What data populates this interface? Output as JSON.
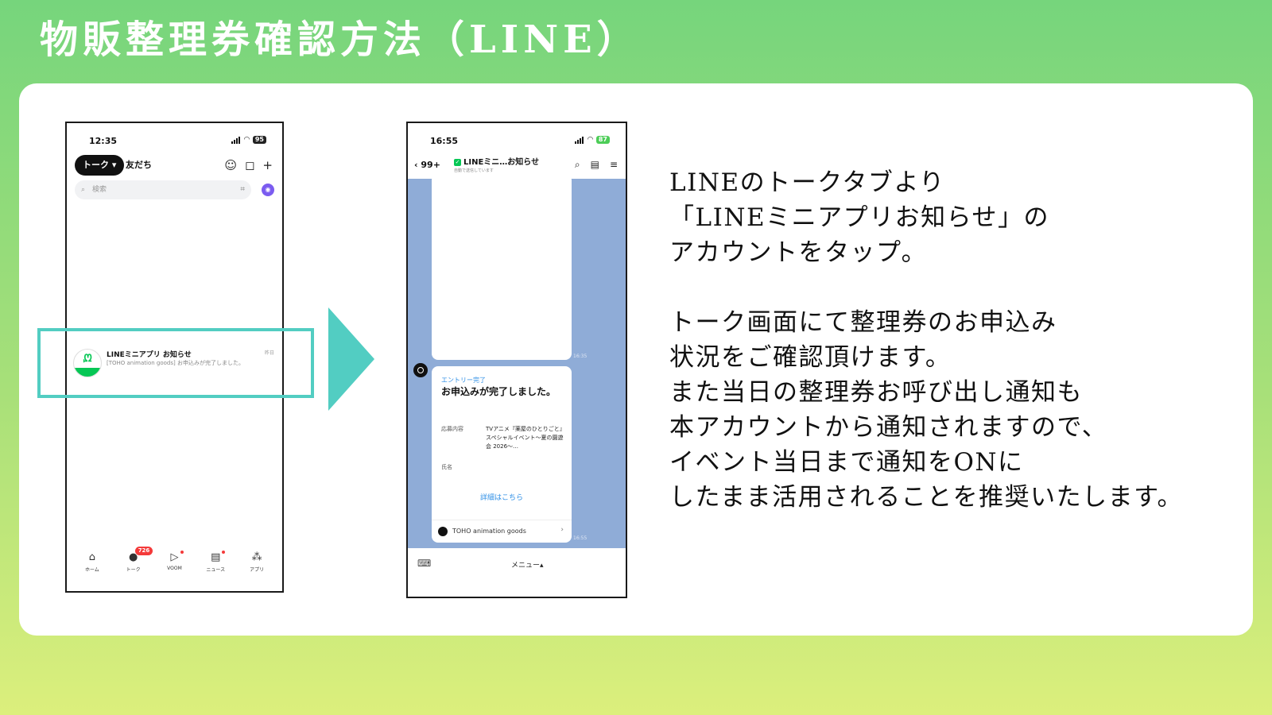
{
  "page_title": "物販整理券確認方法（LINE）",
  "phone1": {
    "time": "12:35",
    "battery": "95",
    "tab_talk": "トーク",
    "tab_friends": "友だち",
    "search_placeholder": "検索",
    "chat": {
      "name": "LINEミニアプリ お知らせ",
      "preview": "[TOHO animation goods] お申込みが完了しました。",
      "time": "昨日"
    },
    "tabbar": [
      {
        "label": "ホーム",
        "icon": "home-icon"
      },
      {
        "label": "トーク",
        "icon": "chat-icon",
        "badge": "726"
      },
      {
        "label": "VOOM",
        "icon": "play-icon"
      },
      {
        "label": "ニュース",
        "icon": "news-icon"
      },
      {
        "label": "アプリ",
        "icon": "apps-icon"
      }
    ]
  },
  "phone2": {
    "time": "16:55",
    "battery": "87",
    "back_count": "99+",
    "title": "LINEミニ…お知らせ",
    "subtitle": "自動で送信しています",
    "timestamp_1": "16:35",
    "timestamp_2": "16:55",
    "message": {
      "label": "エントリー完了",
      "title": "お申込みが完了しました。",
      "row1_label": "応募内容",
      "row1_value": "TVアニメ『薬屋のひとりごと』スペシャルイベント〜夏の園遊会 2026〜…",
      "row2_label": "氏名",
      "link": "詳細はこちら",
      "footer": "TOHO animation goods"
    },
    "menu_label": "メニュー▴"
  },
  "description": {
    "para1": [
      "LINEのトークタブより",
      "「LINEミニアプリお知らせ」の",
      "アカウントをタップ。"
    ],
    "para2": [
      "トーク画面にて整理券のお申込み",
      "状況をご確認頂けます。",
      "また当日の整理券お呼び出し通知も",
      "本アカウントから通知されますので、",
      "イベント当日まで通知をONに",
      "したまま活用されることを推奨いたします。"
    ]
  },
  "colors": {
    "highlight": "#52cdc2",
    "line_green": "#06c755",
    "chat_bg": "#8facd7"
  }
}
